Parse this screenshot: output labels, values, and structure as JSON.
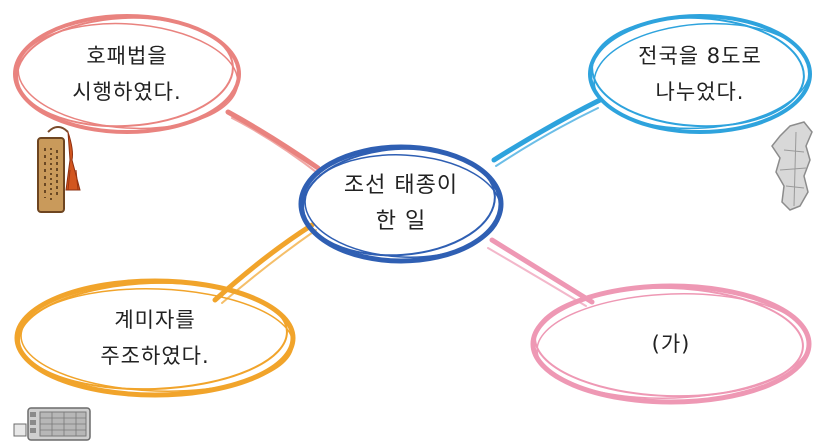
{
  "center": {
    "lines": [
      "조선 태종이",
      "한 일"
    ],
    "color": "#2f5fb3"
  },
  "nodes": [
    {
      "id": "top-left",
      "lines": [
        "호패법을",
        "시행하였다."
      ],
      "color": "#e9837f",
      "icon": "hopae-tag-icon"
    },
    {
      "id": "top-right",
      "lines": [
        "전국을 8도로",
        "나누었다."
      ],
      "color": "#2ea3dd",
      "icon": "korea-map-icon"
    },
    {
      "id": "bottom-left",
      "lines": [
        "계미자를",
        "주조하였다."
      ],
      "color": "#f1a42b",
      "icon": "type-tray-icon"
    },
    {
      "id": "bottom-right",
      "lines": [
        "(가)"
      ],
      "color": "#ee98b4",
      "icon": ""
    }
  ]
}
